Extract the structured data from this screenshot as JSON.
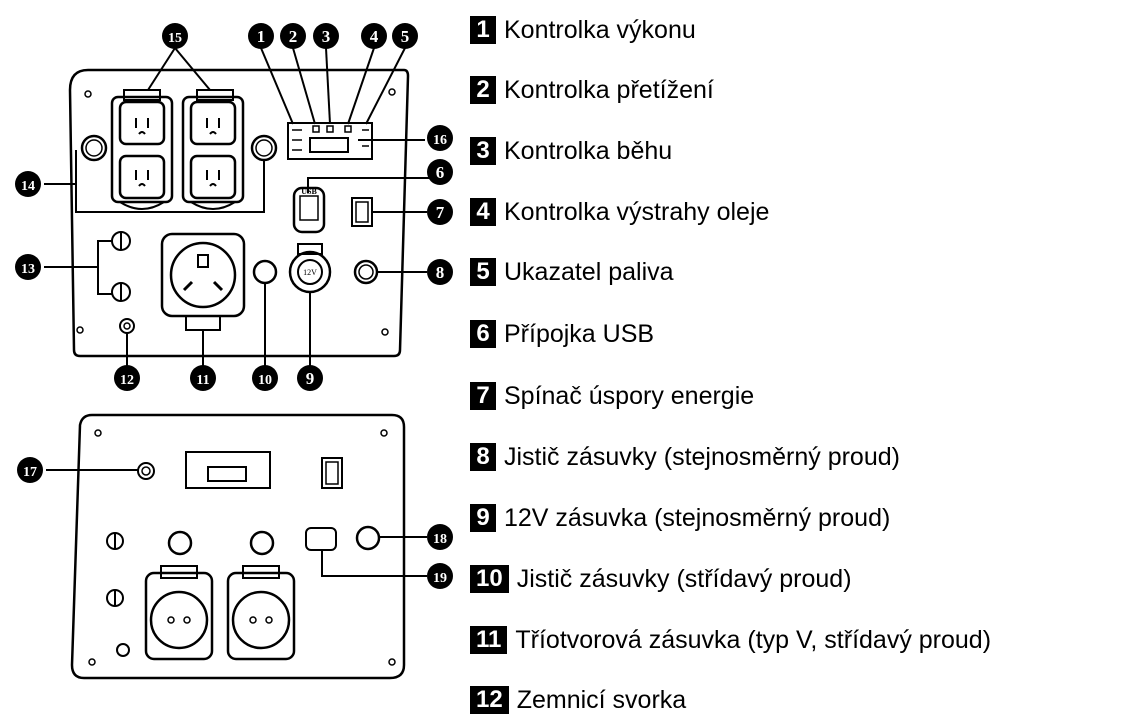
{
  "callouts": [
    "1",
    "2",
    "3",
    "4",
    "5",
    "6",
    "7",
    "8",
    "9",
    "10",
    "11",
    "12",
    "13",
    "14",
    "15",
    "16",
    "17",
    "18",
    "19"
  ],
  "socket_label_12v": "12V",
  "usb_label": "USB",
  "legend": [
    {
      "num": "1",
      "label": "Kontrolka výkonu"
    },
    {
      "num": "2",
      "label": "Kontrolka přetížení"
    },
    {
      "num": "3",
      "label": "Kontrolka běhu"
    },
    {
      "num": "4",
      "label": "Kontrolka výstrahy oleje"
    },
    {
      "num": "5",
      "label": "Ukazatel paliva"
    },
    {
      "num": "6",
      "label": "Přípojka USB"
    },
    {
      "num": "7",
      "label": "Spínač úspory energie"
    },
    {
      "num": "8",
      "label": "Jistič zásuvky (stejnosměrný proud)"
    },
    {
      "num": "9",
      "label": "12V zásuvka (stejnosměrný proud)"
    },
    {
      "num": "10",
      "label": "Jistič zásuvky (střídavý proud)"
    },
    {
      "num": "11",
      "label": "Tříotvorová zásuvka (typ V, střídavý proud)"
    },
    {
      "num": "12",
      "label": "Zemnicí svorka"
    }
  ]
}
